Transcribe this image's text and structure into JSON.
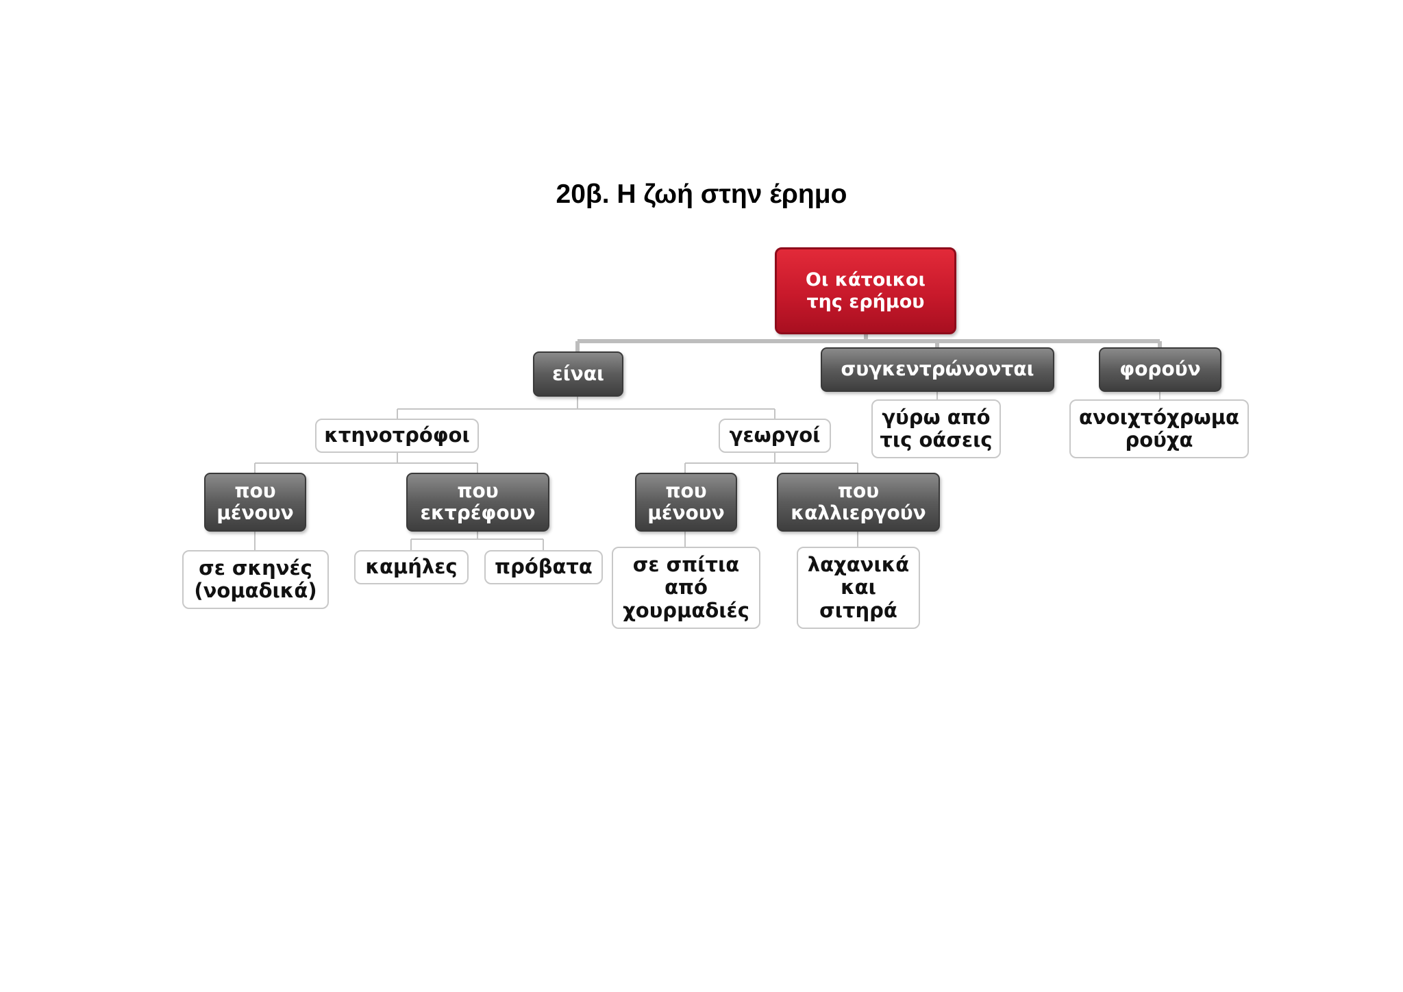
{
  "title": "20β. Η ζωή στην έρημο",
  "diagram": {
    "root": "Οι κάτοικοι\nτης ερήμου",
    "nodes": {
      "einai": "είναι",
      "sygkentronontai": "συγκεντρώνονται",
      "foroun": "φορούν",
      "ktinotrofoi": "κτηνοτρόφοι",
      "georgoi": "γεωργοί",
      "gyro_apo_oaseis": "γύρω από\nτις οάσεις",
      "anoixtoxroma_rouxa": "ανοιχτόχρωμα\nρούχα",
      "pou_menoun_1": "που\nμένουν",
      "pou_ektrefoun": "που\nεκτρέφουν",
      "pou_menoun_2": "που\nμένουν",
      "pou_kalliergoun": "που\nκαλλιεργούν",
      "se_skines": "σε σκηνές\n(νομαδικά)",
      "kamiles": "καμήλες",
      "provata": "πρόβατα",
      "se_spitia": "σε σπίτια\nαπό\nχουρμαδιές",
      "laxanika": "λαχανικά\nκαι\nσιτηρά"
    }
  }
}
